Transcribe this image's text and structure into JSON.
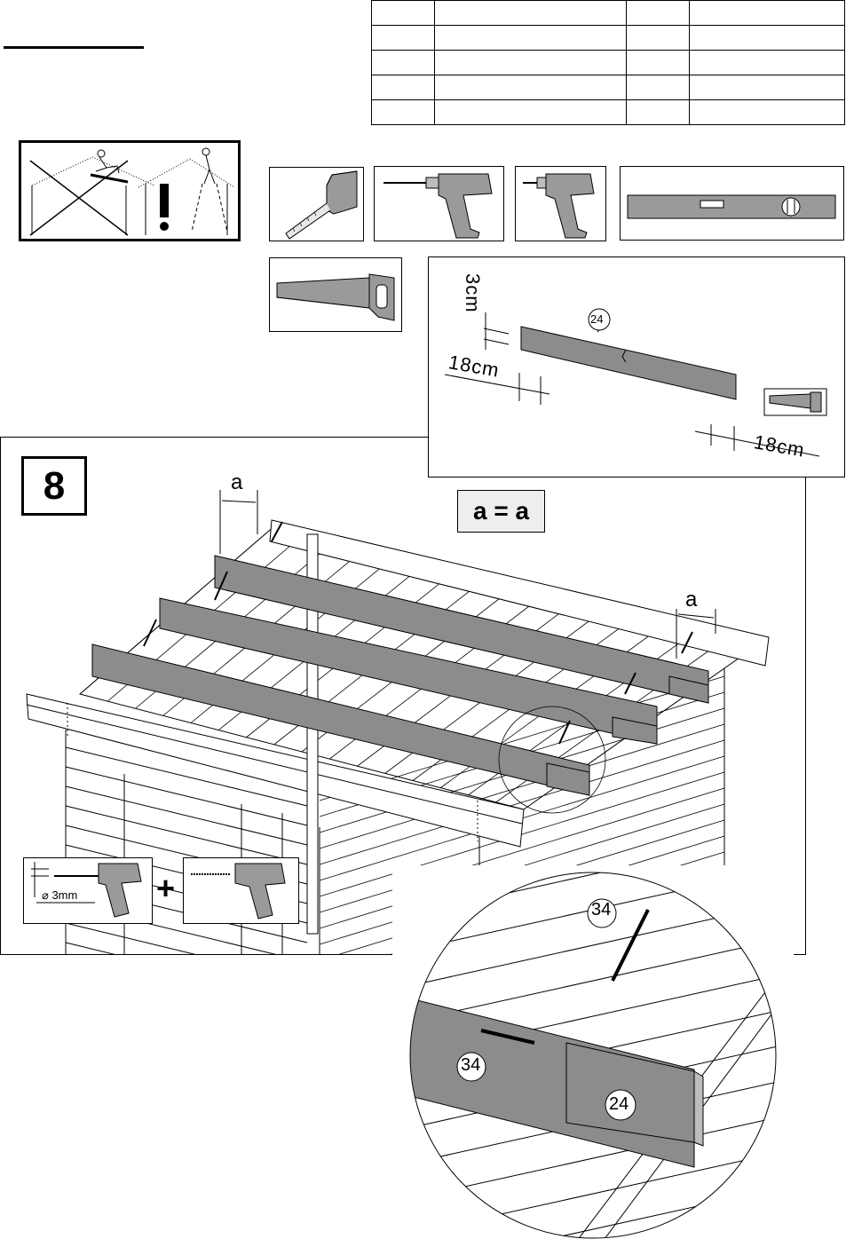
{
  "parts_table": {
    "rows": [
      [
        "",
        "",
        "",
        ""
      ],
      [
        "",
        "",
        "",
        ""
      ],
      [
        "",
        "",
        "",
        ""
      ],
      [
        "",
        "",
        "",
        ""
      ],
      [
        "",
        "",
        "",
        ""
      ]
    ]
  },
  "tools": [
    {
      "name": "tape-measure-icon"
    },
    {
      "name": "power-drill-icon"
    },
    {
      "name": "cordless-screwdriver-icon"
    },
    {
      "name": "spirit-level-icon"
    },
    {
      "name": "hand-saw-icon"
    }
  ],
  "cut_detail": {
    "height_label": "3cm",
    "left_length_label": "18cm",
    "right_length_label": "18cm",
    "part_number": "24"
  },
  "step": {
    "number": "8",
    "spacing_label": "a",
    "spacing_label_right": "a",
    "equation": "a = a"
  },
  "drill_hint": {
    "diameter": "⌀ 3mm",
    "plus": "+"
  },
  "zoom_detail": {
    "screw_top_label": "34",
    "screw_side_label": "34",
    "beam_label": "24"
  },
  "colors": {
    "beam_gray": "#8c8c8c",
    "light_gray": "#bdbdbd",
    "outline": "#000000"
  }
}
